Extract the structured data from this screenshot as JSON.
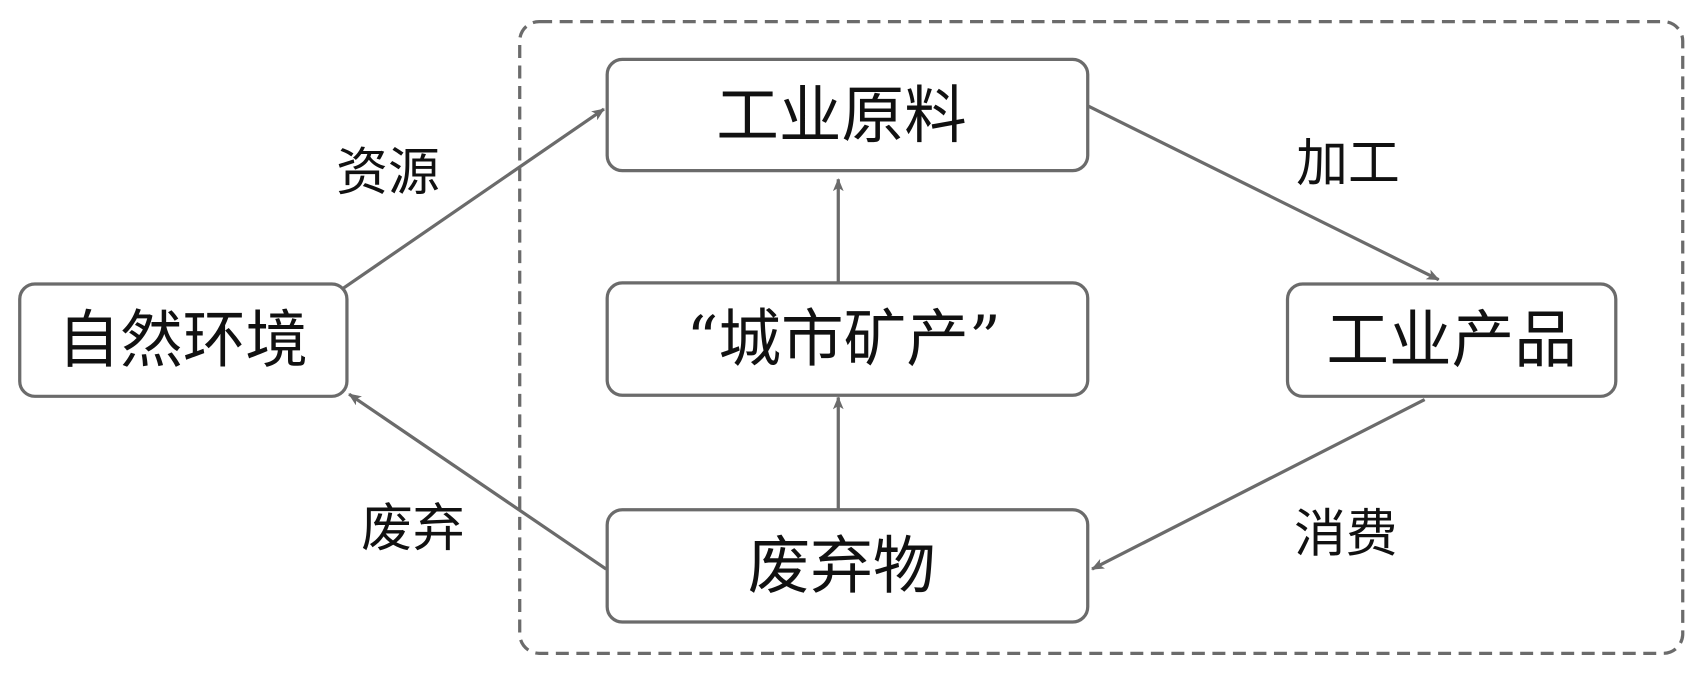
{
  "nodes": {
    "raw_materials": "工业原料",
    "urban_mining": "“城市矿产”",
    "waste": "废弃物",
    "nature": "自然环境",
    "products": "工业产品"
  },
  "edge_labels": {
    "resources": "资源",
    "processing": "加工",
    "discard": "废弃",
    "consumption": "消费"
  },
  "colors": {
    "stroke": "#6b6b6b",
    "text": "#111111"
  }
}
